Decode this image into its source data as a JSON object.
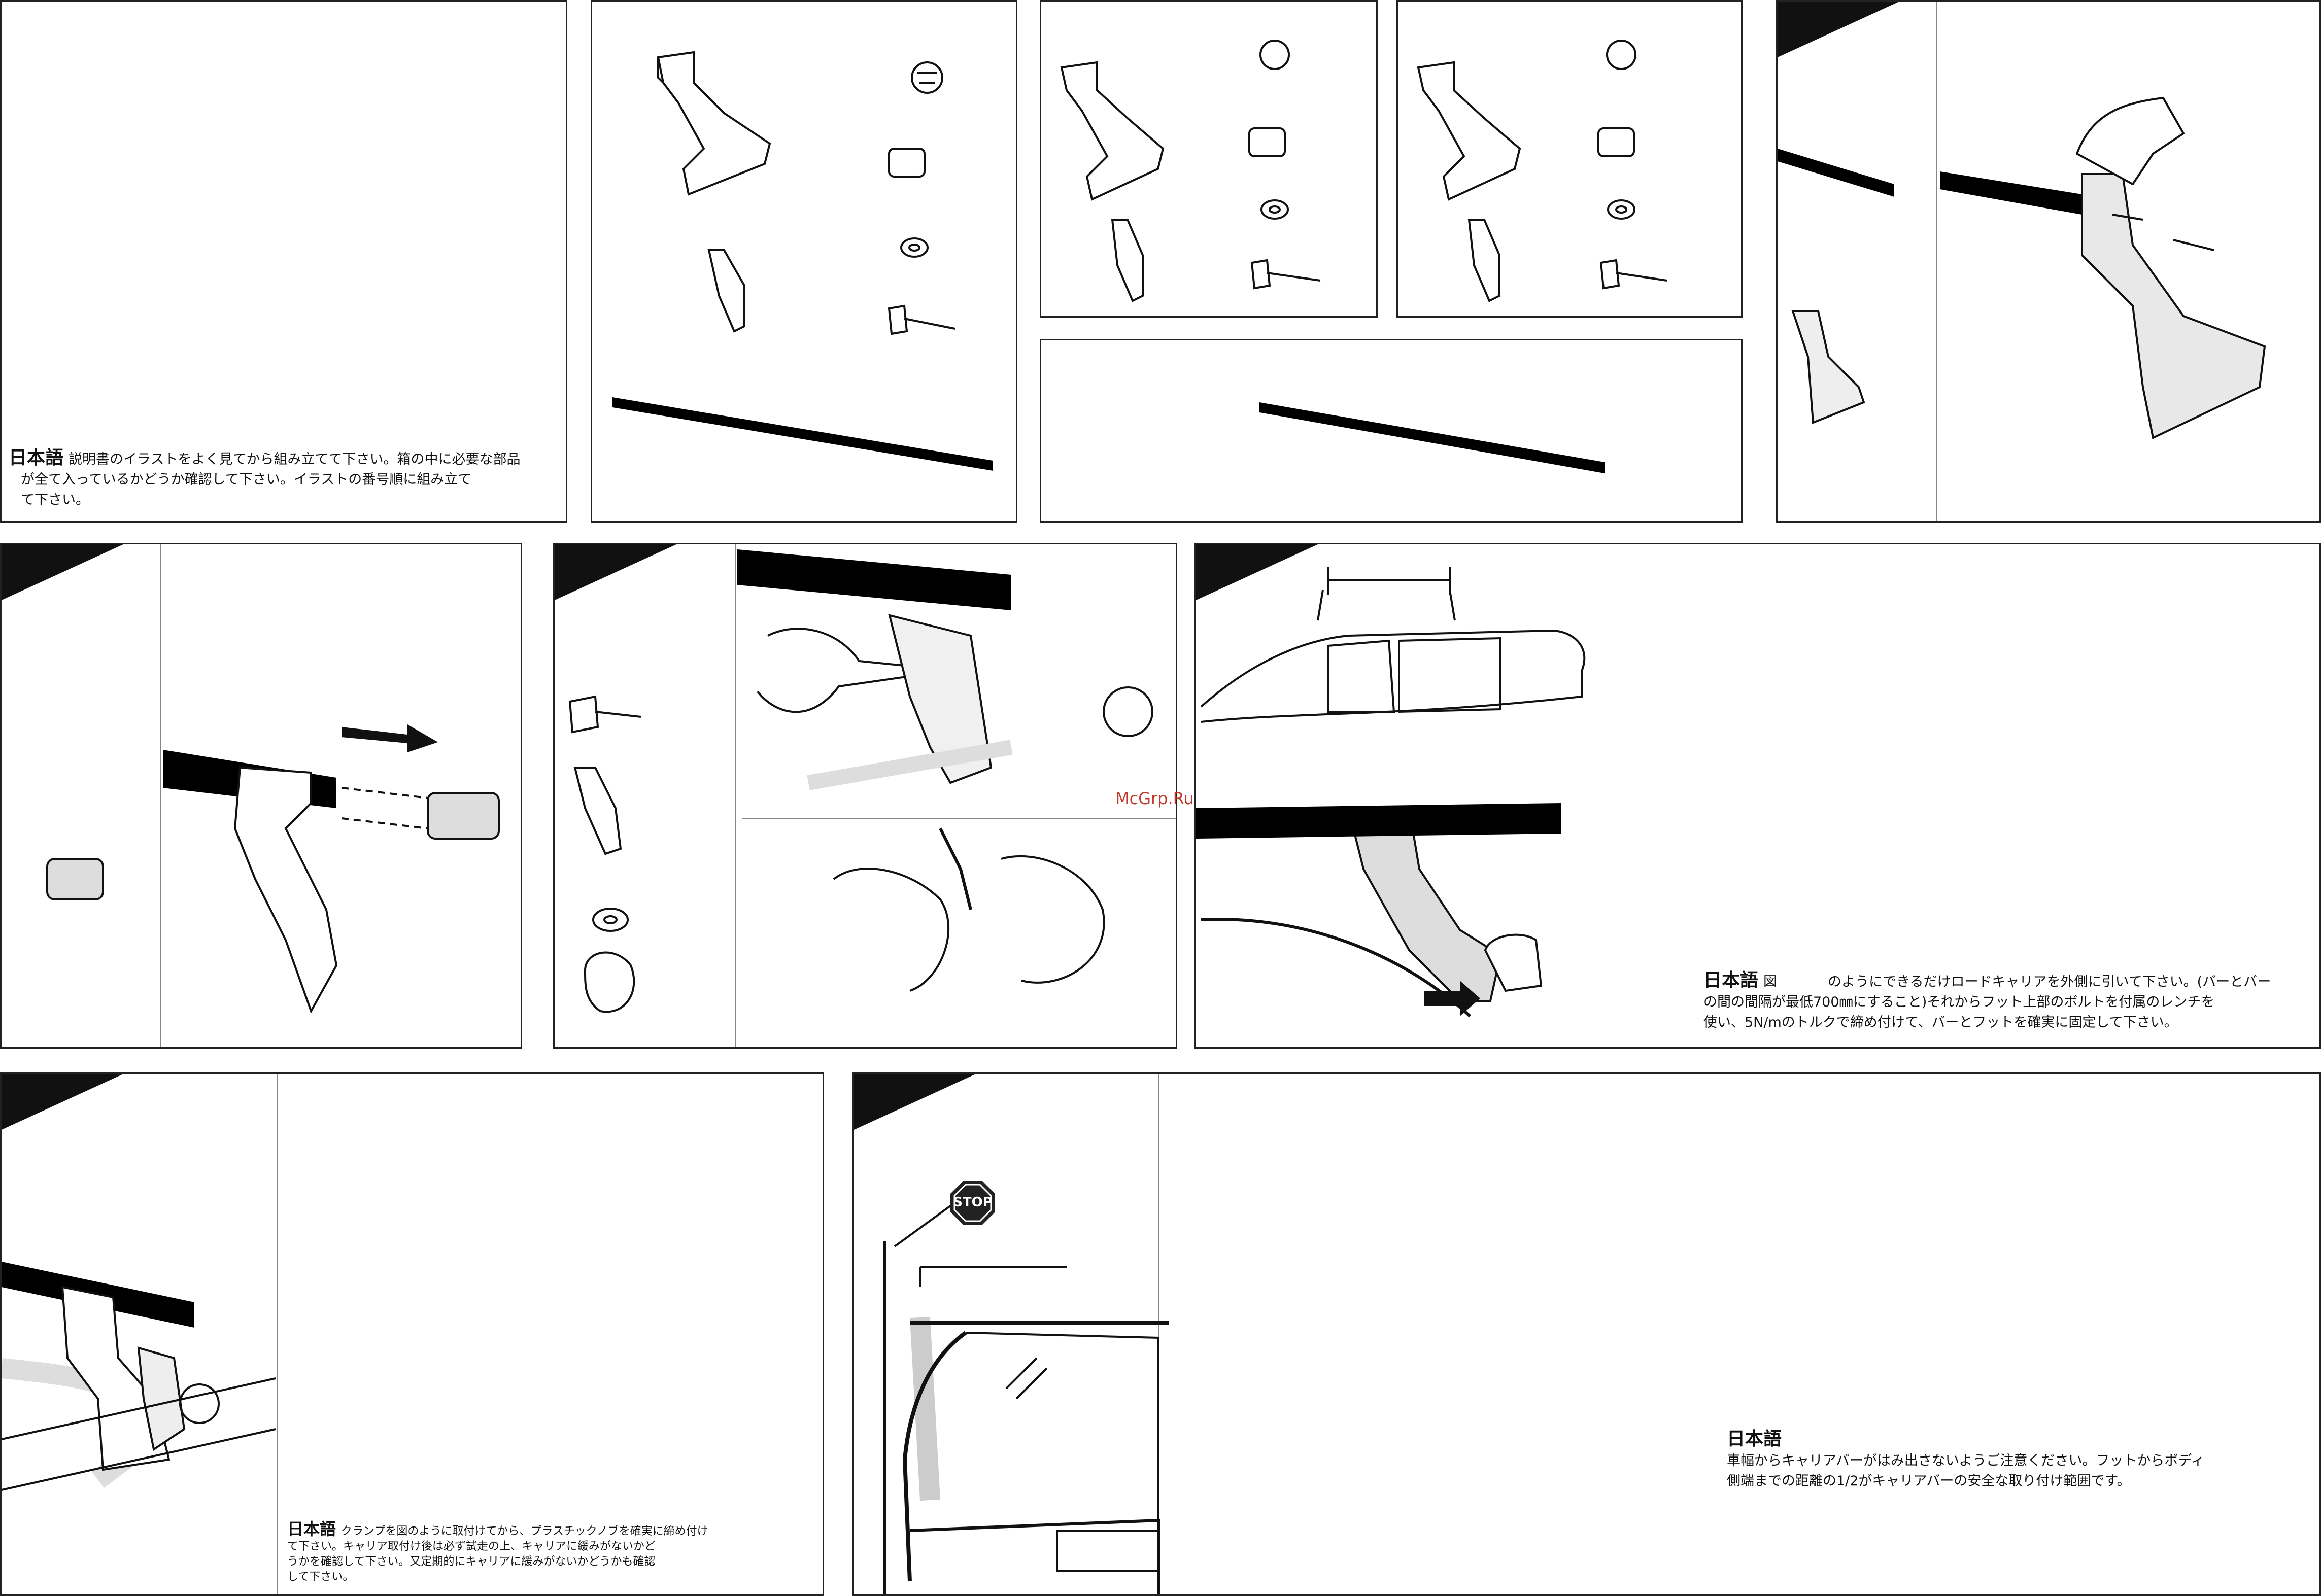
{
  "intro": {
    "heading": "日本語",
    "line1": "説明書のイラストをよく見てから組み立てて下さい。箱の中に必要な部品",
    "line2": "が全て入っているかどうか確認して下さい。イラストの番号順に組み立て",
    "line3": "て下さい。"
  },
  "step3": {
    "heading": "日本語",
    "line1_a": "図",
    "line1_b": "のようにできるだけロードキャリアを外側に引いて下さい。(バーとバー",
    "line2": "の間の間隔が最低700㎜にすること)それからフット上部のボルトを付属のレンチを",
    "line3": "使い、5N/mのトルクで締め付けて、バーとフットを確実に固定して下さい。"
  },
  "step4": {
    "heading": "日本語",
    "line1": "クランプを図のように取付けてから、プラスチックノブを確実に締め付け",
    "line2": "て下さい。キャリア取付け後は必ず試走の上、キャリアに緩みがないかど",
    "line3": "うかを確認して下さい。又定期的にキャリアに緩みがないかどうかも確認",
    "line4": "して下さい。"
  },
  "step5": {
    "heading": "日本語",
    "line1": "車幅からキャリアバーがはみ出さないようご注意ください。フットからボディ",
    "line2": "側端までの距離の1/2がキャリアバーの安全な取り付け範囲です。",
    "stop_sign": "STOP"
  },
  "watermark": "McGrp.Ru",
  "icons": {
    "stop": "stop-sign-icon"
  },
  "colors": {
    "ink": "#111111",
    "bar": "#000000",
    "stop_red": "#222222",
    "watermark": "#c0392b"
  }
}
